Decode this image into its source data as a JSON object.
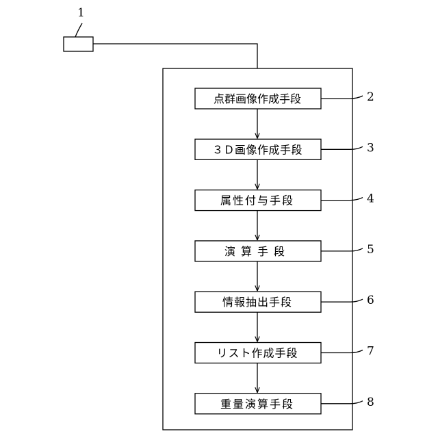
{
  "figure": {
    "ref_sensor": "1",
    "steps": [
      {
        "label": "点群画像作成手段",
        "ref": "2",
        "spacing": "0"
      },
      {
        "label": "３Ｄ画像作成手段",
        "ref": "3",
        "spacing": "0.5"
      },
      {
        "label": "属性付与手段",
        "ref": "4",
        "spacing": "2"
      },
      {
        "label": "演算手段",
        "ref": "5",
        "spacing": "8"
      },
      {
        "label": "情報抽出手段",
        "ref": "6",
        "spacing": "1"
      },
      {
        "label": "リスト作成手段",
        "ref": "7",
        "spacing": "1"
      },
      {
        "label": "重量演算手段",
        "ref": "8",
        "spacing": "2"
      }
    ]
  }
}
